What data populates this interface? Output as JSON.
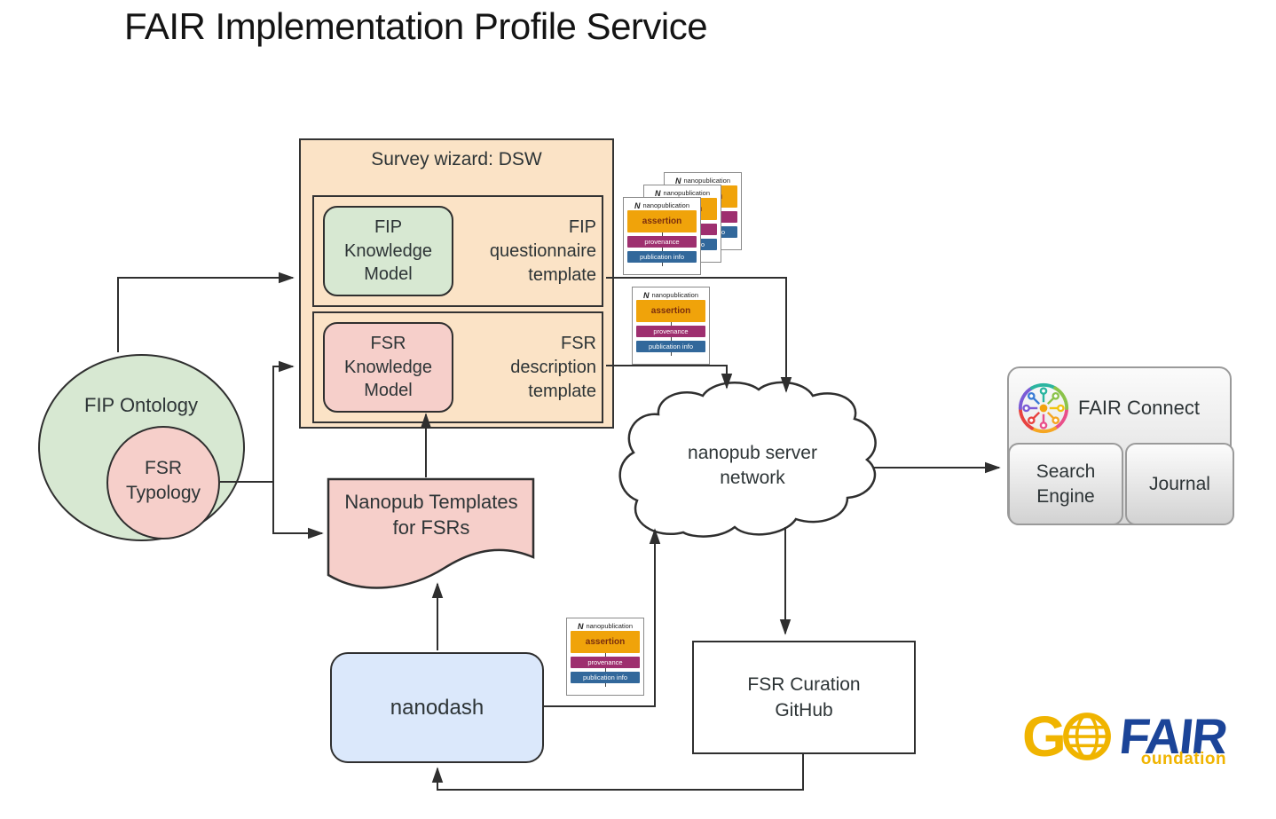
{
  "title": "FAIR Implementation Profile Service",
  "survey_wizard": {
    "label": "Survey wizard: DSW",
    "fip_knowledge_model": "FIP\nKnowledge\nModel",
    "fip_template": "FIP\nquestionnaire\ntemplate",
    "fsr_knowledge_model": "FSR\nKnowledge\nModel",
    "fsr_template": "FSR\ndescription\ntemplate"
  },
  "ontology": {
    "outer_label": "FIP Ontology",
    "inner_label": "FSR\nTypology"
  },
  "nanopub_templates_label": "Nanopub Templates\nfor FSRs",
  "nanodash_label": "nanodash",
  "cloud_label": "nanopub server\nnetwork",
  "github_label": "FSR Curation\nGitHub",
  "fair_connect": {
    "title": "FAIR Connect",
    "search_engine": "Search\nEngine",
    "journal": "Journal"
  },
  "nanopub_card": {
    "header": "nanopublication",
    "icon_glyph": "N",
    "assertion": "assertion",
    "provenance": "provenance",
    "publication_info": "publication info"
  },
  "logo": {
    "g": "G",
    "fair": "FAIR",
    "foundation_suffix": "oundation"
  },
  "connections": [
    {
      "from": "FIP Ontology",
      "to": "FIP Knowledge Model"
    },
    {
      "from": "FSR Typology",
      "to": "FSR Knowledge Model"
    },
    {
      "from": "FSR Typology",
      "to": "Nanopub Templates for FSRs"
    },
    {
      "from": "Nanopub Templates for FSRs",
      "to": "FSR Knowledge Model"
    },
    {
      "from": "nanodash",
      "to": "Nanopub Templates for FSRs"
    },
    {
      "from": "FIP questionnaire template",
      "to": "nanopub server network"
    },
    {
      "from": "FSR description template",
      "to": "nanopub server network"
    },
    {
      "from": "nanodash",
      "to": "nanopub server network"
    },
    {
      "from": "nanopub server network",
      "to": "FSR Curation GitHub"
    },
    {
      "from": "nanopub server network",
      "to": "Search Engine"
    },
    {
      "from": "FSR Curation GitHub",
      "to": "nanodash"
    }
  ],
  "colors": {
    "orange_fill": "#fbe3c6",
    "green_fill": "#d7e8d2",
    "pink_fill": "#f6cfca",
    "blue_fill": "#dbe8fb",
    "assertion": "#f0a30a",
    "provenance": "#9e2f6f",
    "publication_info": "#32689b",
    "stroke": "#2f2f2f",
    "logo_yellow": "#f0b400",
    "logo_blue": "#1b4498"
  }
}
